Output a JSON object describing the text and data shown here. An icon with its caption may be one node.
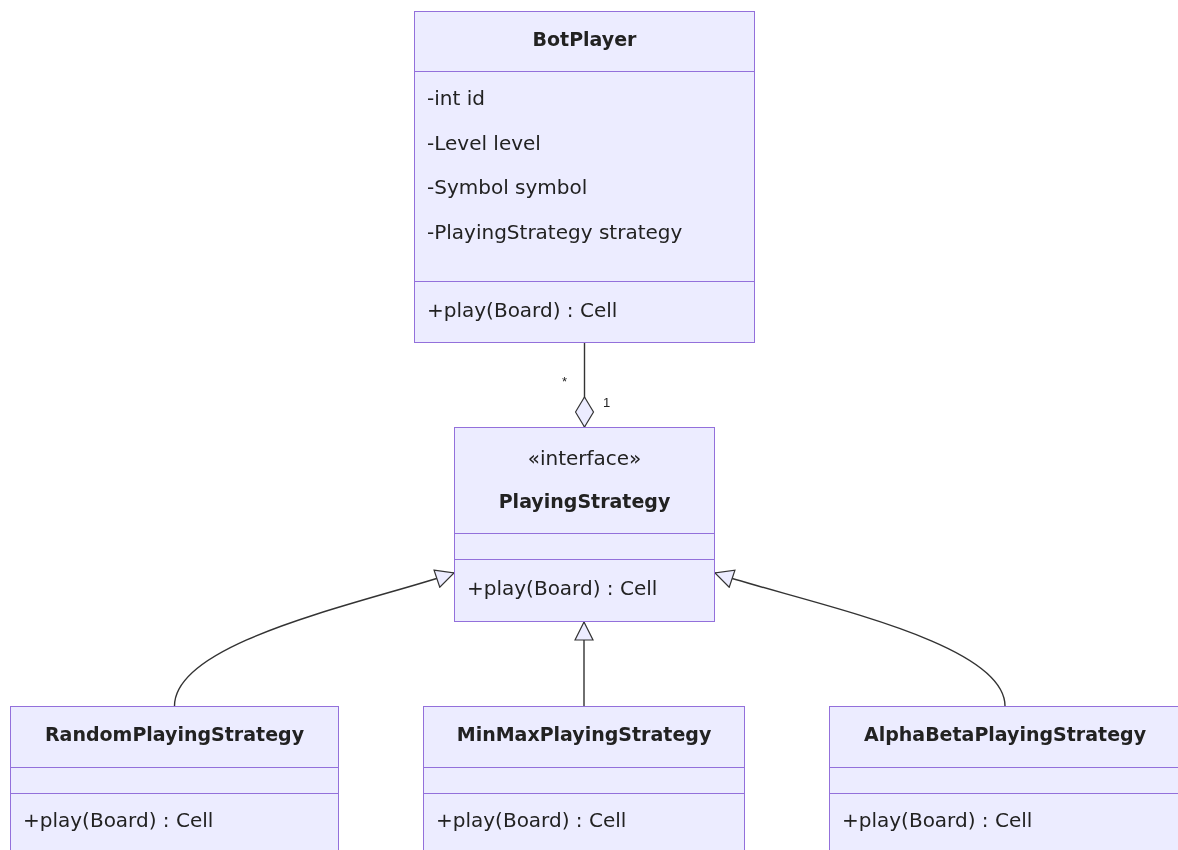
{
  "diagram": {
    "nodes": [
      {
        "text": [
          "BotPlayer",
          "-int id",
          "-Level level",
          "-Symbol symbol",
          "-PlayingStrategy strategy",
          "+play(Board) : Cell"
        ]
      },
      {
        "text": [
          "«interface»",
          "PlayingStrategy",
          "+play(Board) : Cell"
        ]
      },
      {
        "text": [
          "RandomPlayingStrategy",
          "+play(Board) : Cell"
        ]
      },
      {
        "text": [
          "MinMaxPlayingStrategy",
          "+play(Board) : Cell"
        ]
      },
      {
        "text": [
          "AlphaBetaPlayingStrategy",
          "+play(Board) : Cell"
        ]
      }
    ],
    "edges": [
      {
        "from": 0,
        "to": 1,
        "arrow": "other"
      },
      {
        "from": 2,
        "to": 1,
        "arrow": "to"
      },
      {
        "from": 3,
        "to": 1,
        "arrow": "to"
      },
      {
        "from": 4,
        "to": 1,
        "arrow": "to"
      }
    ],
    "labels": [
      "*",
      "1"
    ]
  }
}
